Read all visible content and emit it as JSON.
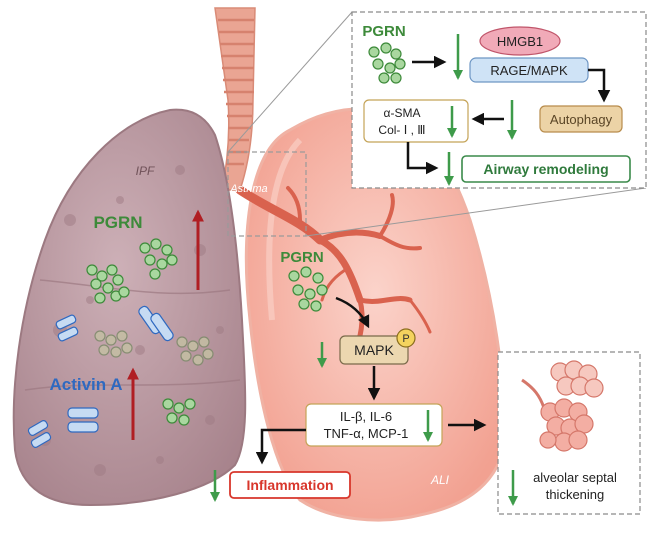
{
  "labels": {
    "ipf": "IPF",
    "asthma": "Asthma",
    "ali": "ALI",
    "pgrn_ipf": "PGRN",
    "activin_a": "Activin A",
    "pgrn_ali": "PGRN",
    "mapk": "MAPK",
    "phospho": "P",
    "cytokines_line1": "IL-β, IL-6",
    "cytokines_line2": "TNF-α, MCP-1",
    "inflammation": "Inflammation",
    "alveolar_line1": "alveolar septal",
    "alveolar_line2": "thickening"
  },
  "asthma_panel": {
    "pgrn": "PGRN",
    "hmgb1": "HMGB1",
    "rage_mapk": "RAGE/MAPK",
    "alpha_sma": "α-SMA",
    "collagen": "Col- Ⅰ , Ⅲ",
    "autophagy": "Autophagy",
    "airway_remodeling": "Airway remodeling"
  },
  "colors": {
    "ipf_lung": "#b9979f",
    "ali_lung": "#f6b3a6",
    "trachea": "#ec9f8a",
    "pgrn_green": "#3d8a3a",
    "activin_blue": "#2f69c0",
    "down_arrow_green": "#3e9b4a",
    "up_arrow_red": "#b01e23",
    "inflammation_red": "#d8362b",
    "hmgb1_fill": "#f1aab8",
    "rage_fill": "#cfe3f6",
    "autophagy_fill": "#ecd3a6",
    "mapk_fill": "#ecd7b0"
  }
}
